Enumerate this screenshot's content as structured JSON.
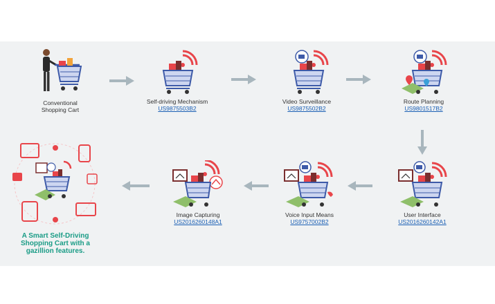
{
  "colors": {
    "cart_blue": "#3d5aa8",
    "signal_red": "#e8454a",
    "arrow_gray": "#a8b6bd",
    "link_blue": "#1a5fb4",
    "tagline_teal": "#1a9c86"
  },
  "steps": [
    {
      "label": "Conventional",
      "label2": "Shopping Cart",
      "patent": ""
    },
    {
      "label": "Self-driving Mechanism",
      "patent": "US9875503B2"
    },
    {
      "label": "Video Surveillance",
      "patent": "US9875502B2"
    },
    {
      "label": "Route Planning",
      "patent": "US9801517B2"
    },
    {
      "label": "User Interface",
      "patent": "US2016260142A1"
    },
    {
      "label": "Voice Input Means",
      "patent": "US9757002B2"
    },
    {
      "label": "Image Capturing",
      "patent": "US2016260148A1"
    }
  ],
  "tagline": {
    "line1": "A Smart Self-Driving",
    "line2": "Shopping Cart with a",
    "line3": "gazillion features."
  }
}
